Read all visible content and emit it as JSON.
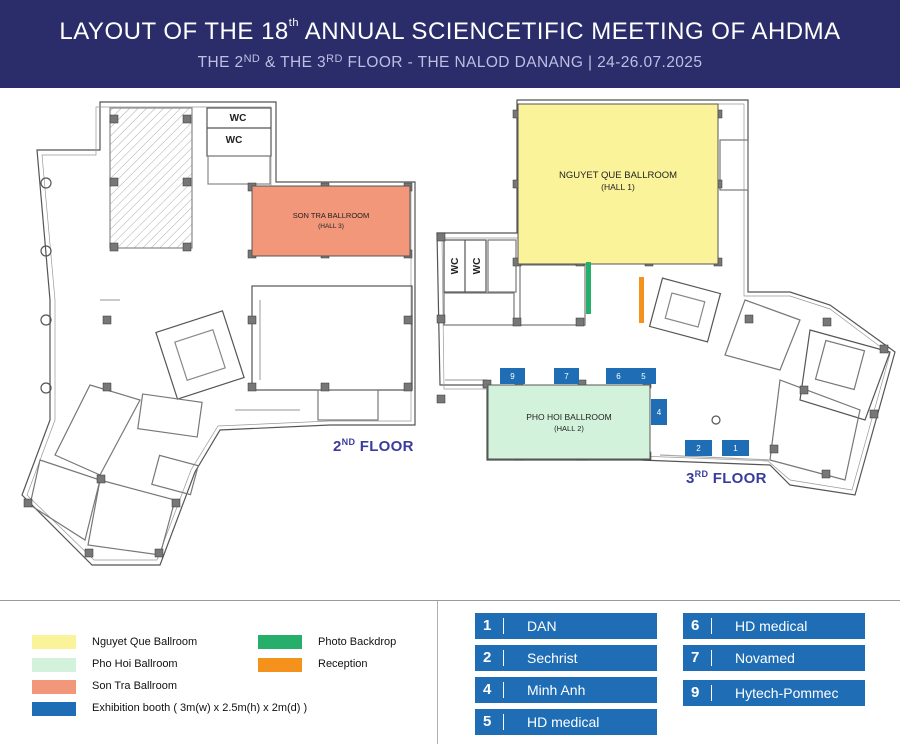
{
  "header": {
    "title_pre": "LAYOUT OF THE 18",
    "title_sup": "th",
    "title_post": " ANNUAL SCIENCETIFIC MEETING OF AHDMA",
    "sub_a": "THE 2",
    "sub_a_sup": "ND",
    "sub_b": " & THE 3",
    "sub_b_sup": "RD",
    "sub_c": " FLOOR - THE NALOD DANANG | 24-26.07.2025"
  },
  "floors": {
    "second": {
      "pre": "2",
      "sup": "ND",
      "post": " FLOOR"
    },
    "third": {
      "pre": "3",
      "sup": "RD",
      "post": " FLOOR"
    }
  },
  "rooms": {
    "wc": "WC",
    "son_tra": {
      "name": "SON TRA BALLROOM",
      "hall": "(HALL 3)"
    },
    "nguyet_que": {
      "name": "NGUYET QUE BALLROOM",
      "hall": "(HALL 1)"
    },
    "pho_hoi": {
      "name": "PHO HOI BALLROOM",
      "hall": "(HALL 2)"
    }
  },
  "booth_markers": [
    "9",
    "7",
    "6",
    "5",
    "4",
    "2",
    "1"
  ],
  "colors": {
    "nguyet_que": "#fbf399",
    "pho_hoi": "#d3f2dc",
    "son_tra": "#f2977a",
    "booth": "#1f6eb5",
    "photo_backdrop": "#27ae6a",
    "reception": "#f5921e",
    "header_bg": "#2b2c6a"
  },
  "legend": {
    "items": [
      {
        "label": "Nguyet Que Ballroom",
        "color": "#fbf399"
      },
      {
        "label": "Pho Hoi Ballroom",
        "color": "#d3f2dc"
      },
      {
        "label": "Son Tra Ballroom",
        "color": "#f2977a"
      },
      {
        "label": "Exhibition booth ( 3m(w) x 2.5m(h) x 2m(d) )",
        "color": "#1f6eb5"
      },
      {
        "label": "Photo Backdrop",
        "color": "#27ae6a"
      },
      {
        "label": "Reception",
        "color": "#f5921e"
      }
    ]
  },
  "booths": [
    {
      "num": "1",
      "name": "DAN"
    },
    {
      "num": "2",
      "name": "Sechrist"
    },
    {
      "num": "4",
      "name": "Minh Anh"
    },
    {
      "num": "5",
      "name": "HD medical"
    },
    {
      "num": "6",
      "name": "HD medical"
    },
    {
      "num": "7",
      "name": "Novamed"
    },
    {
      "num": "9",
      "name": "Hytech-Pommec"
    }
  ]
}
